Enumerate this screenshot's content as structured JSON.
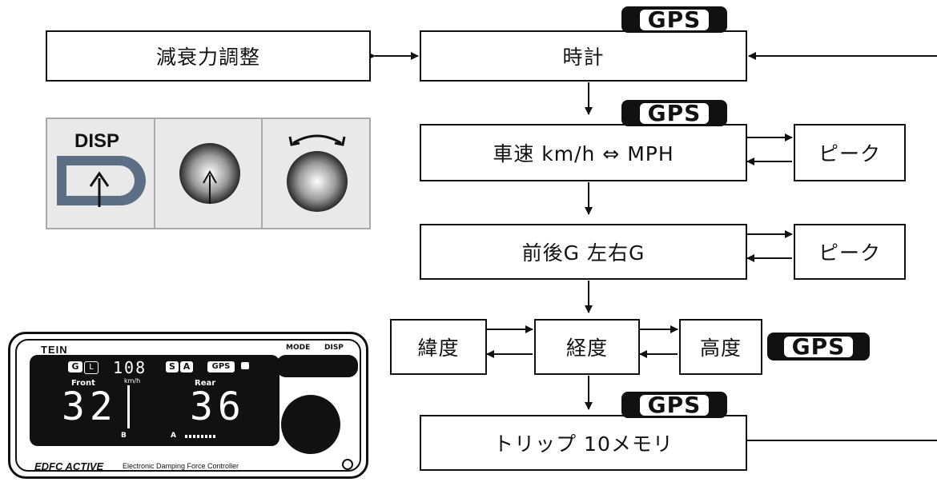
{
  "flow": {
    "damping": "減衰力調整",
    "clock": "時計",
    "speed": "車速 km/h ⇔ MPH",
    "peak1": "ピーク",
    "g": "前後G 左右G",
    "peak2": "ピーク",
    "lat": "緯度",
    "lon": "経度",
    "alt": "高度",
    "trip": "トリップ 10メモリ"
  },
  "badges": {
    "gps": "GPS"
  },
  "buttons": {
    "disp": "DISP"
  },
  "device": {
    "brand": "TEIN",
    "mode_label": "MODE",
    "disp_label": "DISP",
    "g_indicator": "G",
    "l_indicator": "L",
    "speed": "108",
    "speed_unit": "km/h",
    "s_indicator": "S",
    "a_indicator": "A",
    "gps_indicator": "GPS",
    "front_label": "Front",
    "rear_label": "Rear",
    "front_value": "32",
    "rear_value": "36",
    "b_marker": "B",
    "a_marker": "A",
    "model": "EDFC ACTIVE",
    "tagline": "Electronic Damping Force Controller"
  }
}
